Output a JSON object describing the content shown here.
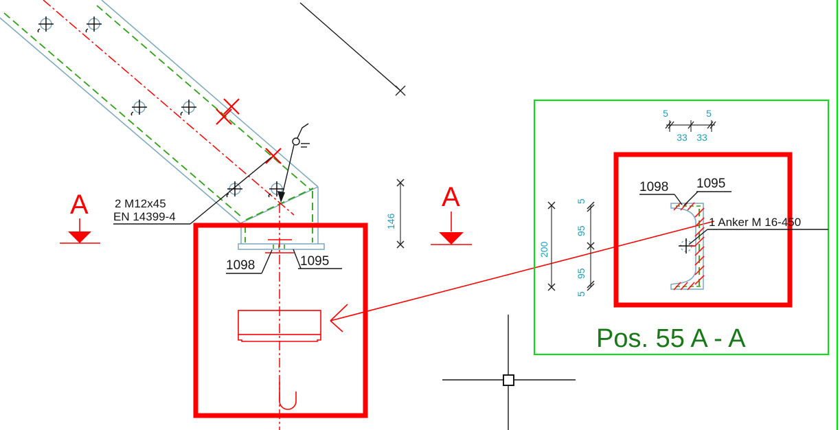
{
  "drawing": {
    "callouts": {
      "bolt_note_line1": "2 M12x45",
      "bolt_note_line2": "EN 14399-4",
      "anchor_note": "1 Anker M 16-450"
    },
    "part_labels": {
      "left_1098": "1098",
      "left_1095": "1095",
      "right_1098": "1098",
      "right_1095": "1095"
    },
    "section_marker": "A",
    "section_title": "Pos. 55 A - A",
    "dimensions": {
      "height_146": "146",
      "total_200": "200",
      "seg_5_top": "5",
      "seg_95_upper": "95",
      "seg_95_lower": "95",
      "seg_5_bottom": "5",
      "top_5_left": "5",
      "top_5_right": "5",
      "top_33_left": "33",
      "top_33_right": "33"
    },
    "colors": {
      "steel_blue": "#7aa7c0",
      "hidden_green": "#2ea214",
      "centerline_red": "#ff0000",
      "markup_red": "#ff0000",
      "detail_box_green": "#00e40e",
      "title_green": "#187818",
      "dimension_teal": "#1e9ebe",
      "line_black": "#161616"
    }
  }
}
